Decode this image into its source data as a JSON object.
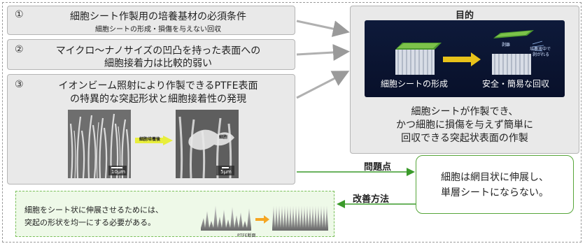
{
  "items": [
    {
      "num": "①",
      "line1": "細胞シート作製用の培養基材の必須条件",
      "line2": "細胞シートの形成・損傷を与えない回収"
    },
    {
      "num": "②",
      "line1": "マイクロ～ナノサイズの凹凸を持った表面への",
      "line2": "細胞接着力は比較的弱い"
    },
    {
      "num": "③",
      "line1": "イオンビーム照射により作製できるPTFE表面",
      "line2": "の特異的な突起形状と細胞接着性の発現"
    }
  ],
  "sem": {
    "left_scale": "10μm",
    "right_scale": "5μm",
    "arrow_label": "細胞培養後",
    "cell_label": "細胞"
  },
  "target": {
    "title": "目的",
    "dark": {
      "left_caption": "細胞シートの形成",
      "right_caption": "安全・簡易な回収",
      "detach_label": "剥離",
      "note": "培養液中で\n剥がれる",
      "note_line1": "培養液中で",
      "note_line2": "剥がれる"
    },
    "desc1": "細胞シートが作製でき、",
    "desc2": "かつ細胞に損傷を与えず簡単に",
    "desc3": "回収できる突起状表面の作製"
  },
  "problem": {
    "label": "問題点",
    "line1": "細胞は網目状に伸展し、",
    "line2": "単層シートにならない。"
  },
  "improve": {
    "label": "改善方法",
    "line1": "細胞をシート状に伸展させるためには、",
    "line2": "突起の形状を均一にする必要がある。",
    "caption": "PTFE断面"
  },
  "colors": {
    "green": "#3a9a2a",
    "box_bg": "#e9e9e9",
    "dark_bg": "#0e1a3a",
    "orange": "#f5a623"
  }
}
